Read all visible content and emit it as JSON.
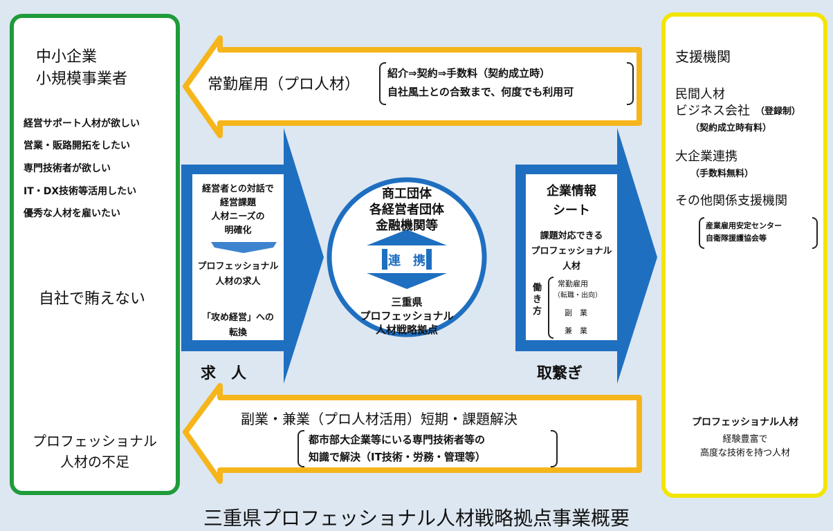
{
  "left_panel": {
    "title_line1": "中小企業",
    "title_line2": "小規模事業者",
    "needs": [
      "経営サポート人材が欲しい",
      "営業・販路開拓をしたい",
      "専門技術者が欲しい",
      "IT・DX技術等活用したい",
      "優秀な人材を雇いたい"
    ],
    "cannot_cover": "自社で賄えない",
    "shortage_line1": "プロフェッショナル",
    "shortage_line2": "人材の不足"
  },
  "top_arrow": {
    "label": "常勤雇用（プロ人材）",
    "detail_line1": "紹介⇒契約⇒手数料（契約成立時）",
    "detail_line2": "自社風土との合致まで、何度でも利用可"
  },
  "bottom_arrow": {
    "label": "副業・兼業（プロ人材活用）短期・課題解決",
    "detail_line1": "都市部大企業等にいる専門技術者等の",
    "detail_line2": "知識で解決（IT技術・労務・管理等）"
  },
  "left_chevron": {
    "line1": "経営者との対話で",
    "line2": "経営課題",
    "line3": "人材ニーズの",
    "line4": "明確化",
    "line5": "プロフェッショナル",
    "line6": "人材の求人",
    "line7": "「攻め経営」への",
    "line8": "転換",
    "caption": "求　人"
  },
  "center_circle": {
    "line1": "商工団体",
    "line2": "各経営者団体",
    "line3": "金融機関等",
    "link": "連　携",
    "line4": "三重県",
    "line5": "プロフェッショナル",
    "line6": "人材戦略拠点"
  },
  "right_chevron": {
    "title_line1": "企業情報",
    "title_line2": "シート",
    "line1": "課題対応できる",
    "line2": "プロフェッショナル",
    "line3": "人材",
    "work_label": "働き方",
    "work1": "常勤雇用",
    "work1_sub": "（転職・出向）",
    "work2": "副　業",
    "work3": "兼　業",
    "caption": "取繋ぎ"
  },
  "right_panel": {
    "title": "支援機関",
    "org1_line1": "民間人材",
    "org1_line2": "ビジネス会社",
    "org1_tag": "（登録制）",
    "org1_note": "（契約成立時有料）",
    "org2": "大企業連携",
    "org2_note": "（手数料無料）",
    "org3": "その他関係支援機関",
    "org3_note1": "産業雇用安定センター",
    "org3_note2": "自衛隊援護協会等",
    "pro_title": "プロフェッショナル人材",
    "pro_line1": "経験豊富で",
    "pro_line2": "高度な技術を持つ人材"
  },
  "footer_title": "三重県プロフェッショナル人材戦略拠点事業概要",
  "colors": {
    "green": "#1f9b3a",
    "yellow": "#f2e500",
    "orange": "#f5b51b",
    "blue": "#1f6fc0",
    "bg": "#dde7f1"
  }
}
